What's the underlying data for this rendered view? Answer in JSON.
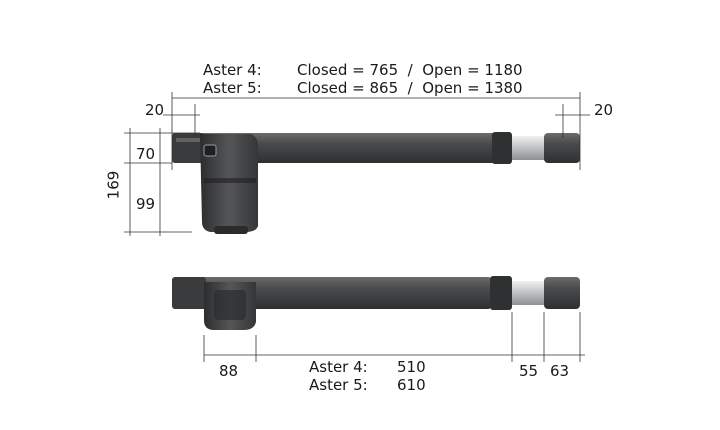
{
  "header": {
    "rows": [
      {
        "model": "Aster 4:",
        "values": "Closed = 765  /  Open = 1180"
      },
      {
        "model": "Aster 5:",
        "values": "Closed = 865  /  Open = 1380"
      }
    ]
  },
  "top_view": {
    "left_offset": "20",
    "right_offset": "20",
    "upper_height": "70",
    "lower_height": "99",
    "total_height": "169"
  },
  "bottom_view": {
    "motor_width": "88",
    "piston_width": "55",
    "end_width": "63",
    "rows": [
      {
        "model": "Aster 4:",
        "value": "510"
      },
      {
        "model": "Aster 5:",
        "value": "610"
      }
    ]
  },
  "colors": {
    "body_dark": "#3f4041",
    "body_mid": "#5a5b5c",
    "highlight": "#8c8d8e",
    "chrome": "#c9cacb",
    "dimension_line": "#333333"
  }
}
